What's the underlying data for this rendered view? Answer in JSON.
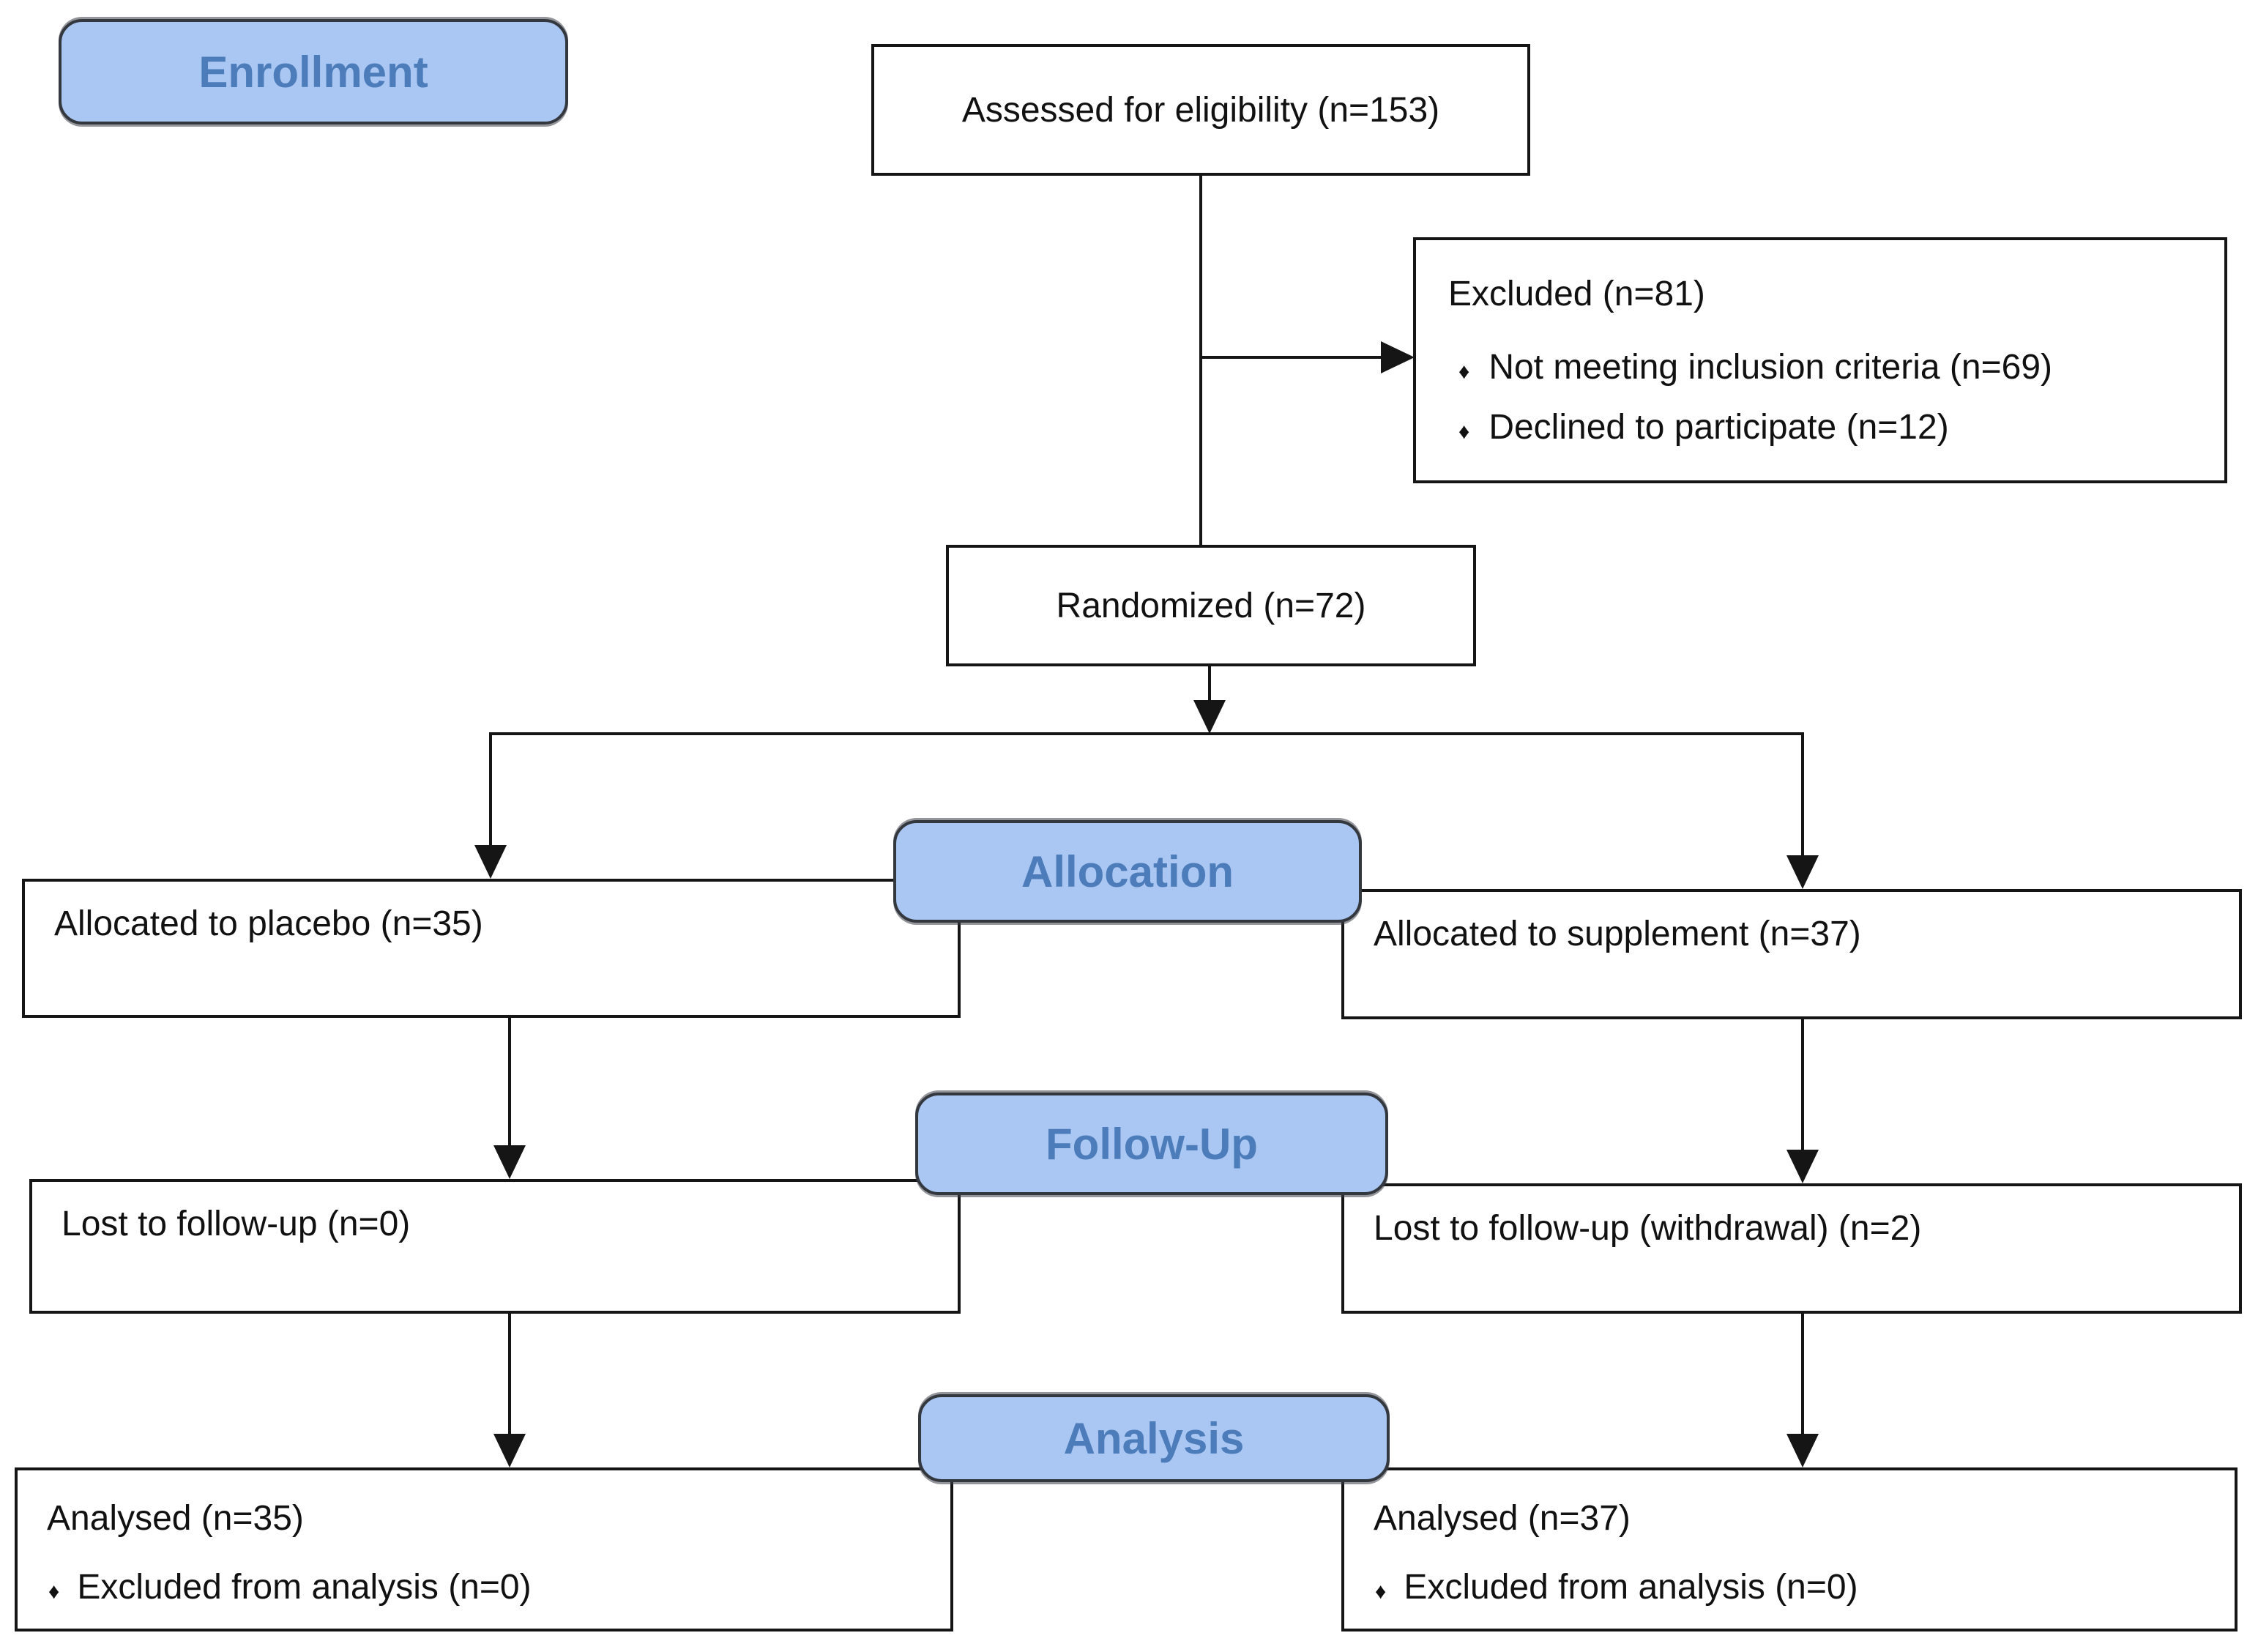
{
  "bullet_glyph": "♦",
  "stages": {
    "enrollment": "Enrollment",
    "allocation": "Allocation",
    "followup": "Follow-Up",
    "analysis": "Analysis"
  },
  "nodes": {
    "assessed": "Assessed for eligibility (n=153)",
    "excluded": {
      "title": "Excluded (n=81)",
      "items": [
        "Not meeting inclusion criteria (n=69)",
        "Declined to participate (n=12)"
      ]
    },
    "randomized": "Randomized (n=72)",
    "allocated_placebo": "Allocated to placebo (n=35)",
    "allocated_supplement": "Allocated to supplement (n=37)",
    "lost_placebo": "Lost to follow-up (n=0)",
    "lost_supplement": "Lost to follow-up (withdrawal) (n=2)",
    "analysed_placebo": {
      "title": "Analysed (n=35)",
      "items": [
        "Excluded from analysis (n=0)"
      ]
    },
    "analysed_supplement": {
      "title": "Analysed (n=37)",
      "items": [
        "Excluded from analysis (n=0)"
      ]
    }
  },
  "colors": {
    "stage_fill": "#AAC6F2",
    "stage_border": "#33373E",
    "stage_text": "#4C7DBA",
    "box_border": "#151515",
    "line": "#151515",
    "background": "#FFFFFF",
    "text": "#111111"
  }
}
